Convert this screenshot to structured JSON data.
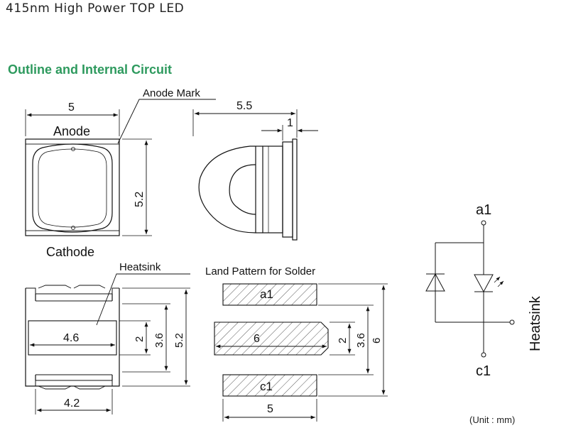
{
  "title": "415nm High Power TOP LED",
  "section_heading": "Outline and Internal Circuit",
  "unit_note": "(Unit : mm)",
  "labels": {
    "anode_mark": "Anode Mark",
    "anode": "Anode",
    "cathode": "Cathode",
    "heatsink_callout": "Heatsink",
    "land_pattern": "Land Pattern for Solder",
    "pad_a1": "a1",
    "pad_c1": "c1",
    "circuit_a1": "a1",
    "circuit_c1": "c1",
    "circuit_heatsink": "Heatsink"
  },
  "dimensions": {
    "top_width": "5",
    "top_height": "5.2",
    "side_length": "5.5",
    "side_flange": "1",
    "bottom_heatsink_width": "4.6",
    "bottom_pad_width": "4.2",
    "bottom_heatsink_height": "2",
    "bottom_pad_gap": "3.6",
    "bottom_overall_height": "5.2",
    "land_center_width": "6",
    "land_overall_width": "5",
    "land_center_height": "2",
    "land_gap": "3.6",
    "land_overall_height": "6"
  }
}
